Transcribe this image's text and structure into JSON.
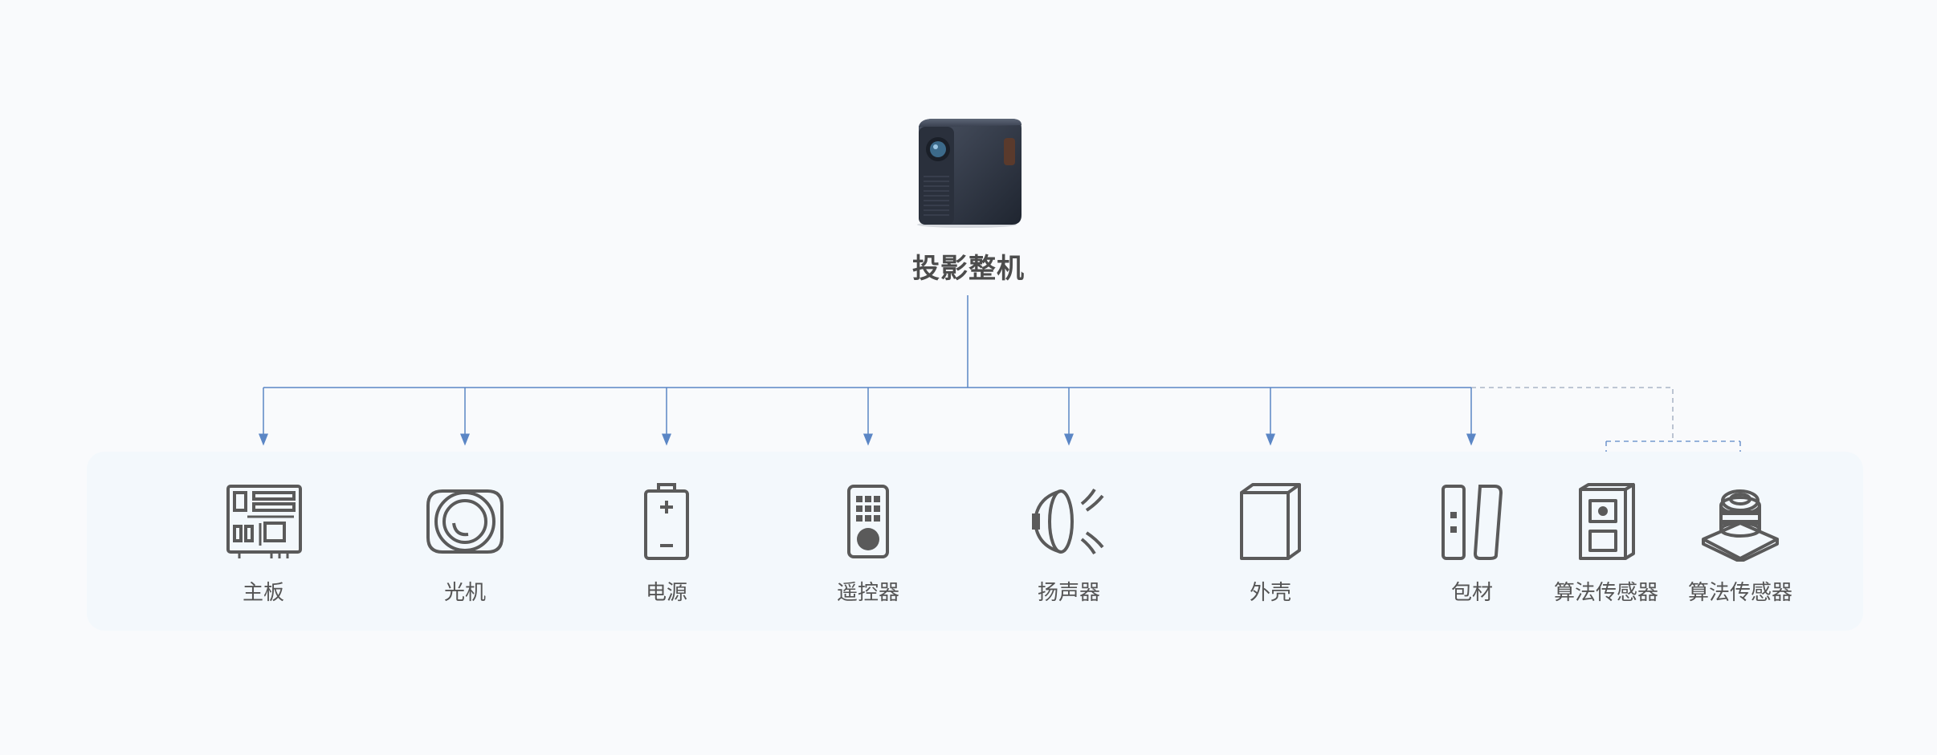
{
  "root": {
    "label": "投影整机",
    "image_icon": "projector-icon"
  },
  "components": [
    {
      "label": "主板",
      "icon": "mainboard-icon",
      "connector": "solid"
    },
    {
      "label": "光机",
      "icon": "optical-engine-icon",
      "connector": "solid"
    },
    {
      "label": "电源",
      "icon": "battery-icon",
      "connector": "solid"
    },
    {
      "label": "遥控器",
      "icon": "remote-control-icon",
      "connector": "solid"
    },
    {
      "label": "扬声器",
      "icon": "speaker-icon",
      "connector": "solid"
    },
    {
      "label": "外壳",
      "icon": "enclosure-box-icon",
      "connector": "solid"
    },
    {
      "label": "包材",
      "icon": "packaging-icon",
      "connector": "solid"
    },
    {
      "label": "算法传感器",
      "icon": "sensor-module-icon",
      "connector": "dashed"
    },
    {
      "label": "算法传感器",
      "icon": "camera-lens-sensor-icon",
      "connector": "dashed"
    }
  ],
  "colors": {
    "connector": "#5b86c5",
    "dashed": "#9aa8bb",
    "icon": "#5a5a5a",
    "label": "#555555"
  }
}
